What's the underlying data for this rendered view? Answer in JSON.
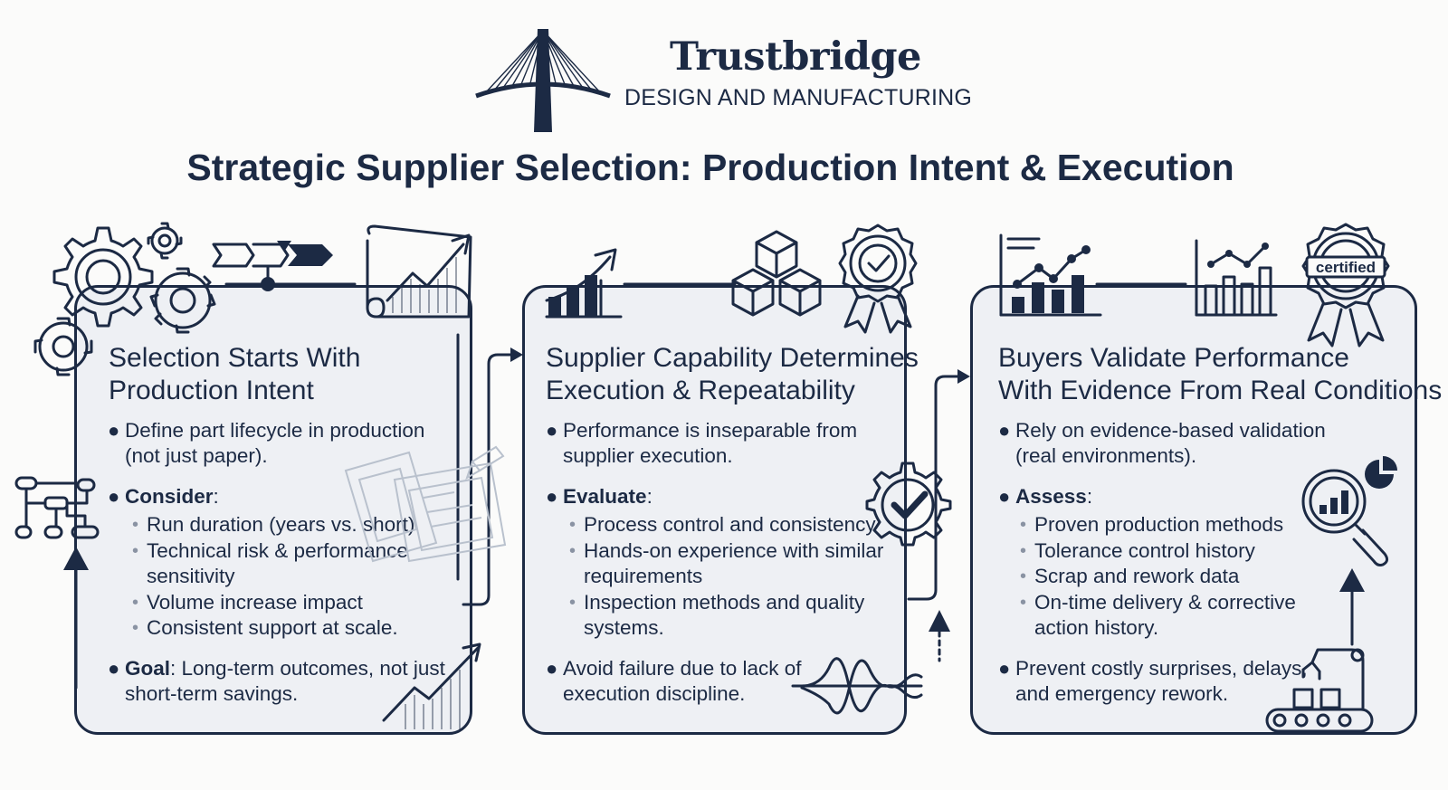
{
  "brand": {
    "name": "Trustbridge",
    "tagline": "DESIGN AND MANUFACTURING"
  },
  "title": "Strategic Supplier Selection: Production Intent & Execution",
  "panels": [
    {
      "title_lines": [
        "Selection Starts With",
        "Production Intent"
      ],
      "intro_lines": [
        "Define part lifecycle in production",
        "(not just paper)."
      ],
      "list_label": "Consider",
      "list_suffix": ":",
      "items": [
        "Run duration (years vs. short)",
        "Technical risk & performance",
        "sensitivity",
        "Volume increase impact",
        "Consistent support at scale."
      ],
      "closing_label": "Goal",
      "closing_lines": [
        ": Long-term outcomes, not just",
        "short-term savings."
      ]
    },
    {
      "title_lines": [
        "Supplier Capability Determines",
        "Execution & Repeatability"
      ],
      "intro_lines": [
        "Performance is inseparable from",
        "supplier execution."
      ],
      "list_label": "Evaluate",
      "list_suffix": ":",
      "items": [
        "Process control and consistency",
        "Hands-on experience with similar",
        "requirements",
        "Inspection methods and quality",
        "systems."
      ],
      "closing_lines": [
        "Avoid failure due to lack of",
        "execution discipline."
      ]
    },
    {
      "title_lines": [
        "Buyers Validate Performance",
        "With Evidence From Real Conditions"
      ],
      "intro_lines": [
        "Rely on evidence-based validation",
        "(real environments)."
      ],
      "list_label": "Assess",
      "list_suffix": ":",
      "items": [
        "Proven production methods",
        "Tolerance control history",
        "Scrap and rework data",
        "On-time delivery & corrective",
        "action history."
      ],
      "closing_lines": [
        "Prevent costly surprises, delays,",
        "and emergency rework."
      ]
    }
  ],
  "badge_text": "certified",
  "colors": {
    "ink": "#1c2a44",
    "panel": "#eef0f4",
    "background": "#fbfbfa",
    "faint": "#b9c1cd"
  },
  "icons": [
    "bridge-logo-icon",
    "gears-icon",
    "arrow-chevrons-icon",
    "rising-chart-icon",
    "flowchart-icon",
    "blueprint-icon",
    "growth-arrow-icon",
    "bar-chart-arrow-icon",
    "cubes-icon",
    "award-ribbon-icon",
    "gear-check-icon",
    "wave-signal-icon",
    "report-chart-icon",
    "bar-line-chart-icon",
    "certified-badge-icon",
    "magnifier-chart-icon",
    "robot-arm-conveyor-icon"
  ]
}
